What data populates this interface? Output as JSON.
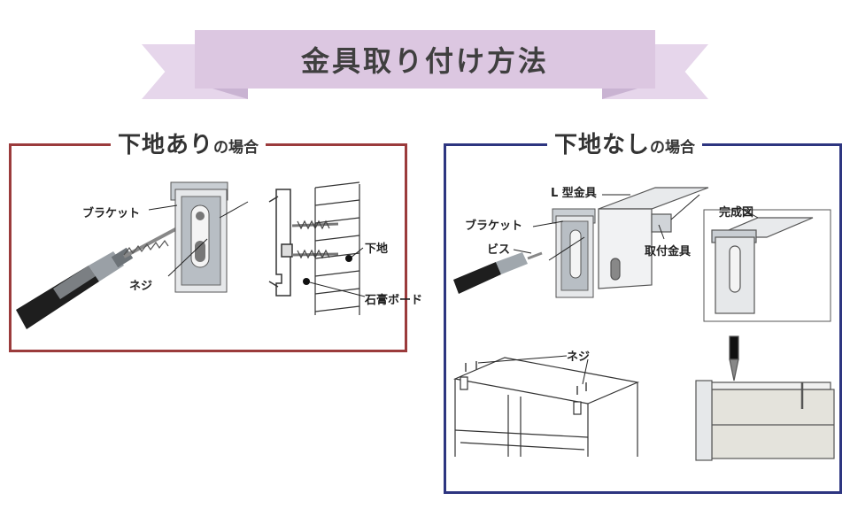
{
  "header": {
    "title": "金具取り付け方法"
  },
  "sections": {
    "with_stud": {
      "title_main": "下地あり",
      "title_suffix": "の場合",
      "labels": {
        "bracket": "ブラケット",
        "screw": "ネジ",
        "stud": "下地",
        "plasterboard": "石膏ボード"
      }
    },
    "without_stud": {
      "title_main": "下地なし",
      "title_suffix": "の場合",
      "labels": {
        "l_bracket": "L 型金具",
        "bracket": "ブラケット",
        "bis": "ビス",
        "mount_fitting": "取付金具",
        "completed": "完成図",
        "screw": "ネジ"
      }
    }
  },
  "colors": {
    "ribbon": "#dcc7e1",
    "left_border": "#9b3b3c",
    "right_border": "#2d3580"
  }
}
